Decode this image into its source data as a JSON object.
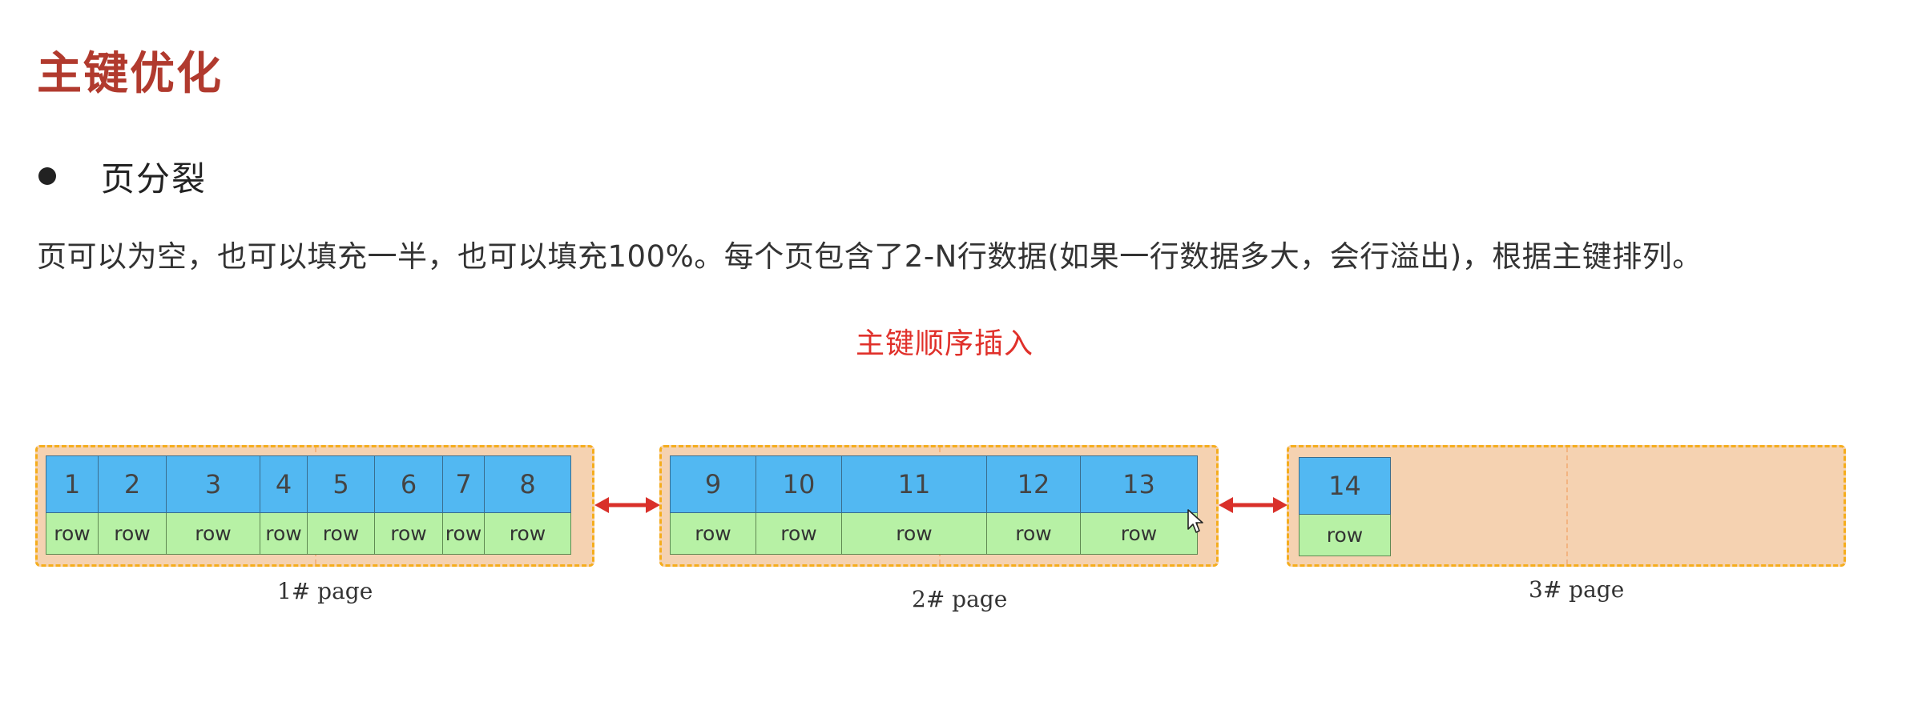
{
  "heading": "主键优化",
  "bullet": "页分裂",
  "description": "页可以为空，也可以填充一半，也可以填充100%。每个页包含了2-N行数据(如果一行数据多大，会行溢出)，根据主键排列。",
  "diagram_title": "主键顺序插入",
  "colors": {
    "key_cell": "#52b8f2",
    "row_cell": "#b7f1a5",
    "page_fill": "#f5d2b1",
    "page_border": "#f5ad1d",
    "arrow": "#d9302a",
    "heading": "#b13a2e"
  },
  "pages": [
    {
      "label": "1#  page",
      "rows": [
        {
          "key": "1",
          "row": "row"
        },
        {
          "key": "2",
          "row": "row"
        },
        {
          "key": "3",
          "row": "row"
        },
        {
          "key": "4",
          "row": "row"
        },
        {
          "key": "5",
          "row": "row"
        },
        {
          "key": "6",
          "row": "row"
        },
        {
          "key": "7",
          "row": "row"
        },
        {
          "key": "8",
          "row": "row"
        }
      ]
    },
    {
      "label": "2#  page",
      "rows": [
        {
          "key": "9",
          "row": "row"
        },
        {
          "key": "10",
          "row": "row"
        },
        {
          "key": "11",
          "row": "row"
        },
        {
          "key": "12",
          "row": "row"
        },
        {
          "key": "13",
          "row": "row"
        }
      ]
    },
    {
      "label": "3#  page",
      "rows": [
        {
          "key": "14",
          "row": "row"
        }
      ]
    }
  ],
  "links": [
    {
      "from": "1#  page",
      "to": "2#  page",
      "direction": "bidirectional"
    },
    {
      "from": "2#  page",
      "to": "3#  page",
      "direction": "bidirectional"
    }
  ]
}
